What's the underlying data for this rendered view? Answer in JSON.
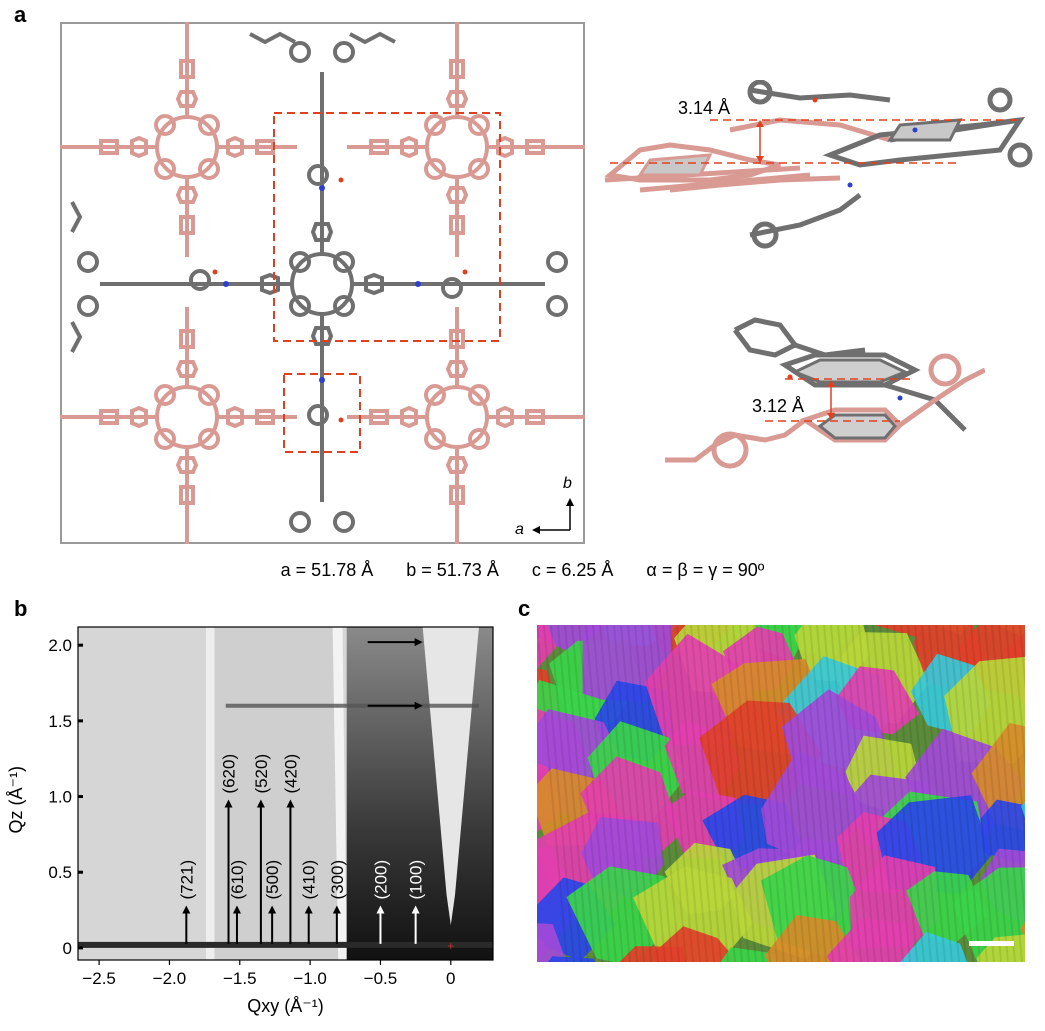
{
  "panels": {
    "a": {
      "label": "a",
      "axis_a": "a",
      "axis_b": "b",
      "dist1": "3.14 Å",
      "dist2": "3.12 Å",
      "lattice": {
        "a": "a = 51.78 Å",
        "b": "b = 51.73 Å",
        "c": "c = 6.25 Å",
        "angles": "α = β = γ = 90º"
      },
      "colors": {
        "framework_pink": "#d99a94",
        "framework_grey": "#6f6f6f",
        "highlight_red": "#e0401f",
        "nitrogen_blue": "#2b3fd0"
      }
    },
    "b": {
      "label": "b",
      "xlabel": "Qxy (Å⁻¹)",
      "ylabel": "Qz (Å⁻¹)",
      "xticks": [
        "-2.5",
        "-2.0",
        "-1.5",
        "-1.0",
        "-0.5",
        "0"
      ],
      "yticks": [
        "0",
        "0.5",
        "1.0",
        "1.5",
        "2.0"
      ],
      "peaks": [
        {
          "label": "(721)",
          "q": -1.88
        },
        {
          "label": "(620)",
          "q": -1.58
        },
        {
          "label": "(610)",
          "q": -1.52
        },
        {
          "label": "(520)",
          "q": -1.35
        },
        {
          "label": "(500)",
          "q": -1.27
        },
        {
          "label": "(420)",
          "q": -1.14
        },
        {
          "label": "(410)",
          "q": -1.01
        },
        {
          "label": "(300)",
          "q": -0.81
        },
        {
          "label": "(200)",
          "q": -0.5
        },
        {
          "label": "(100)",
          "q": -0.25
        }
      ]
    },
    "c": {
      "label": "c",
      "colors": [
        "#3bd44a",
        "#e23fae",
        "#2a46e8",
        "#e0402a",
        "#38c8d8",
        "#b8d63a",
        "#a14ad8",
        "#d68a2a"
      ]
    }
  },
  "chart_data": {
    "type": "scatter",
    "title": "",
    "xlabel": "Qxy (Å⁻¹)",
    "ylabel": "Qz (Å⁻¹)",
    "xlim": [
      -2.65,
      0.3
    ],
    "ylim": [
      -0.08,
      2.12
    ],
    "grid": false,
    "series": [
      {
        "values": [
          {
            "label": "(721)",
            "x": -1.88,
            "y": 0.0
          },
          {
            "label": "(620)",
            "x": -1.58,
            "y": 0.0
          },
          {
            "label": "(610)",
            "x": -1.52,
            "y": 0.0
          },
          {
            "label": "(520)",
            "x": -1.35,
            "y": 0.0
          },
          {
            "label": "(500)",
            "x": -1.27,
            "y": 0.0
          },
          {
            "label": "(420)",
            "x": -1.14,
            "y": 0.0
          },
          {
            "label": "(410)",
            "x": -1.01,
            "y": 0.0
          },
          {
            "label": "(300)",
            "x": -0.81,
            "y": 0.0
          },
          {
            "label": "(200)",
            "x": -0.5,
            "y": 0.0
          },
          {
            "label": "(100)",
            "x": -0.25,
            "y": 0.0
          }
        ]
      }
    ],
    "annotations": [
      {
        "type": "arrow",
        "x": -0.2,
        "y": 2.02
      },
      {
        "type": "arrow",
        "x": -0.2,
        "y": 1.6
      }
    ]
  }
}
